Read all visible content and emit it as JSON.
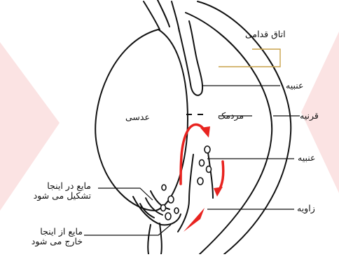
{
  "labels": {
    "anterior_chamber": "اتاق قدامی",
    "iris_top": "عنبیه",
    "lens": "عدسی",
    "pupil": "مردمک",
    "cornea": "قرنیه",
    "iris_mid": "عنبیه",
    "fluid_formed_line1": "مایع در اینجا",
    "fluid_formed_line2": "تشکیل می شود",
    "angle": "زاویه",
    "fluid_exits_line1": "مایع از اینجا",
    "fluid_exits_line2": "خارج می شود"
  },
  "colors": {
    "background": "#ffffff",
    "deco_pink": "#fbe3e3",
    "outline": "#111111",
    "flow_arrow": "#e8231f",
    "leader_gold": "#c9a24a"
  }
}
